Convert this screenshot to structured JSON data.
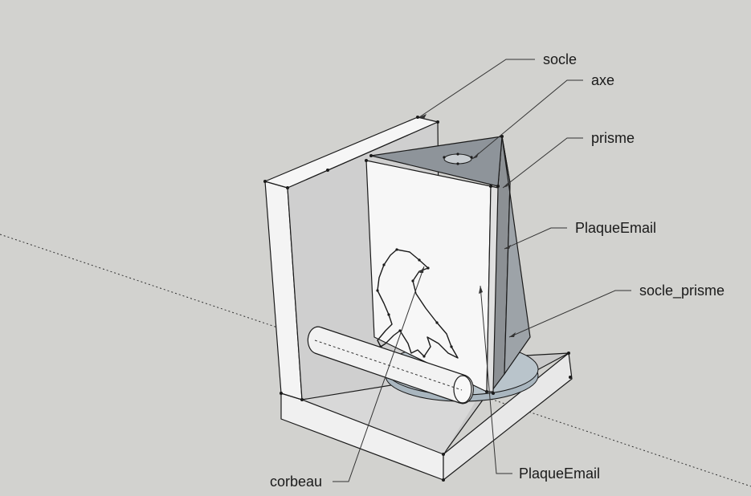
{
  "labels": {
    "socle": "socle",
    "axe": "axe",
    "prisme": "prisme",
    "plaque_email_top": "PlaqueEmail",
    "socle_prisme": "socle_prisme",
    "plaque_email_bottom": "PlaqueEmail",
    "corbeau": "corbeau"
  },
  "colors": {
    "background": "#d2d2cf",
    "face_light": "#f2f2f2",
    "face_mid": "#c9c9c9",
    "face_dark": "#8c9094",
    "prism_top": "#8e949a",
    "disc": "#a9b6bf",
    "edge": "#1a1a1a"
  }
}
